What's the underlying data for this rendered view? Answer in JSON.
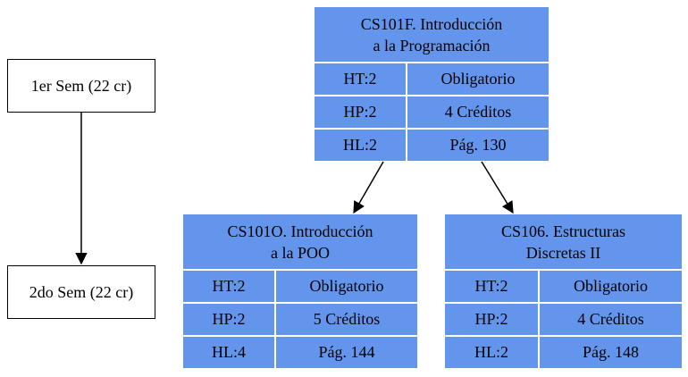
{
  "semesters": [
    {
      "label": "1er Sem (22 cr)"
    },
    {
      "label": "2do Sem (22 cr)"
    }
  ],
  "courses": [
    {
      "title_line1": "CS101F. Introducción",
      "title_line2": "a la Programación",
      "ht": "HT:2",
      "type": "Obligatorio",
      "hp": "HP:2",
      "credits": "4 Créditos",
      "hl": "HL:2",
      "page": "Pág. 130"
    },
    {
      "title_line1": "CS101O. Introducción",
      "title_line2": "a la POO",
      "ht": "HT:2",
      "type": "Obligatorio",
      "hp": "HP:2",
      "credits": "5 Créditos",
      "hl": "HL:4",
      "page": "Pág. 144"
    },
    {
      "title_line1": "CS106. Estructuras",
      "title_line2": "Discretas II",
      "ht": "HT:2",
      "type": "Obligatorio",
      "hp": "HP:2",
      "credits": "4 Créditos",
      "hl": "HL:2",
      "page": "Pág. 148"
    }
  ],
  "colors": {
    "node_fill": "#6495ed",
    "edge": "#000000"
  }
}
